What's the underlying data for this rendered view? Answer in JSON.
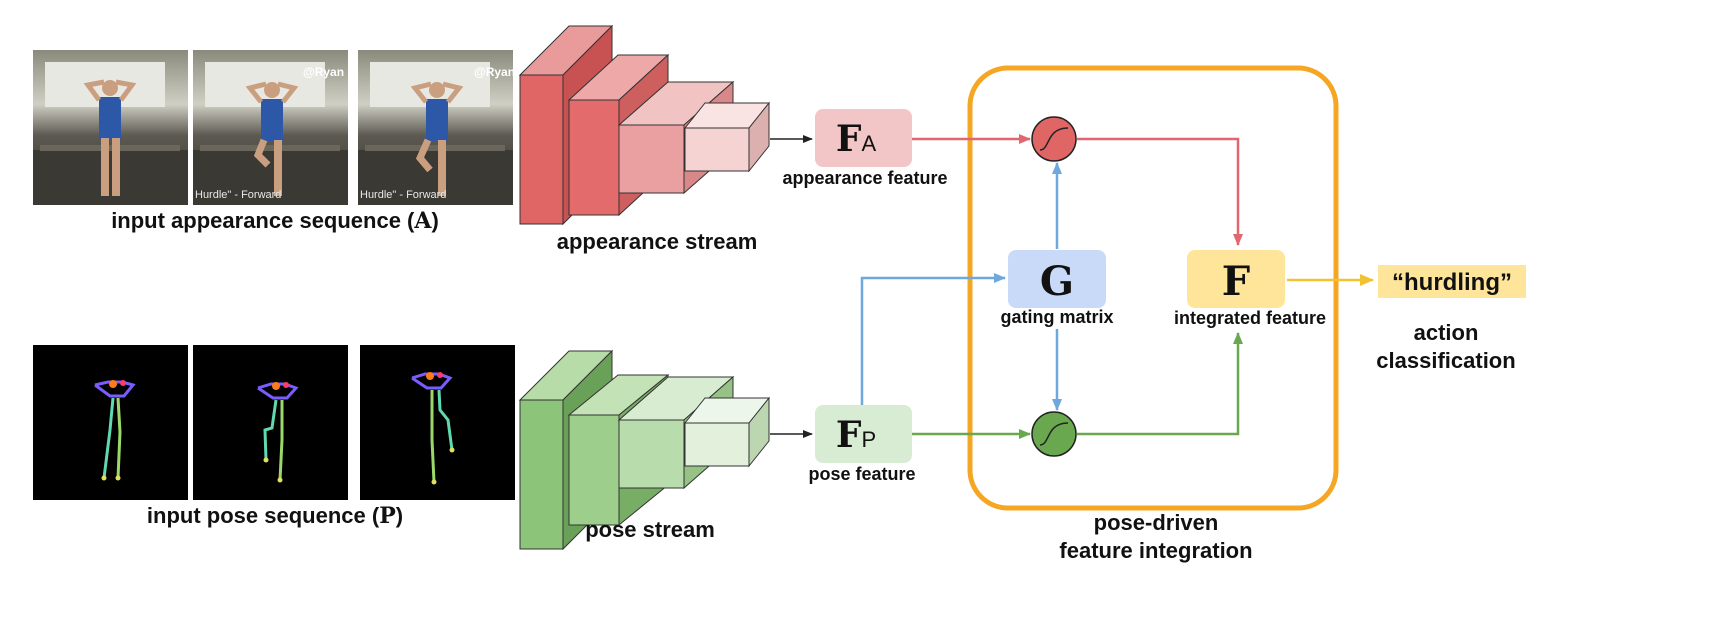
{
  "appearance_input": {
    "caption": "input appearance sequence (",
    "symbol": "A",
    "caption_close": ")",
    "frame_captions": [
      "",
      "Hurdle\" - Forward",
      "Hurdle\" - Forward"
    ],
    "watermark": "@Ryan"
  },
  "pose_input": {
    "caption": "input pose sequence (",
    "symbol": "P",
    "caption_close": ")"
  },
  "appearance_stream": {
    "label": "appearance stream",
    "color": "#e06666"
  },
  "pose_stream": {
    "label": "pose stream",
    "color": "#7fbf6a"
  },
  "feature_A": {
    "symbol": "F",
    "subscript": "A",
    "label": "appearance feature",
    "color": "#f2c6c6"
  },
  "feature_P": {
    "symbol": "F",
    "subscript": "P",
    "label": "pose feature",
    "color": "#d7ecd2"
  },
  "gating": {
    "symbol": "G",
    "label": "gating matrix",
    "color": "#c9daf8"
  },
  "integrated": {
    "symbol": "F",
    "label": "integrated feature",
    "color": "#ffe599"
  },
  "integration_box": {
    "line1": "pose-driven",
    "line2": "feature integration",
    "color": "#f5a623"
  },
  "output": {
    "label": "“hurdling”",
    "color": "#ffe599"
  },
  "classification": {
    "line1": "action",
    "line2": "classification"
  },
  "arrow_colors": {
    "appearance": "#e06670",
    "pose": "#6aa84f",
    "gating": "#6fa8dc",
    "output": "#f1c232"
  }
}
